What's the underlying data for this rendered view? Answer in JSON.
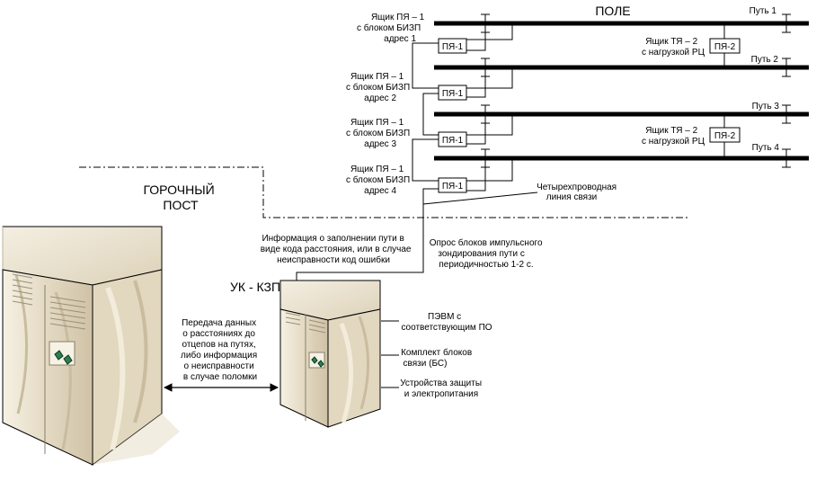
{
  "field": {
    "title": "ПОЛЕ"
  },
  "tracks": [
    "Путь 1",
    "Путь 2",
    "Путь 3",
    "Путь 4"
  ],
  "py1_boxes": [
    {
      "label": "ПЯ-1",
      "desc": [
        "Ящик ПЯ – 1",
        "с блоком БИЗП",
        "адрес 1"
      ]
    },
    {
      "label": "ПЯ-1",
      "desc": [
        "Ящик ПЯ – 1",
        "с блоком БИЗП",
        "адрес 2"
      ]
    },
    {
      "label": "ПЯ-1",
      "desc": [
        "Ящик ПЯ – 1",
        "с блоком БИЗП",
        "адрес 3"
      ]
    },
    {
      "label": "ПЯ-1",
      "desc": [
        "Ящик ПЯ – 1",
        "с блоком БИЗП",
        "адрес 4"
      ]
    }
  ],
  "py2_boxes": [
    {
      "label": "ПЯ-2",
      "desc": [
        "Ящик ТЯ – 2",
        "с нагрузкой РЦ"
      ]
    },
    {
      "label": "ПЯ-2",
      "desc": [
        "Ящик ТЯ – 2",
        "с нагрузкой РЦ"
      ]
    }
  ],
  "comm_line": [
    "Четырехпроводная",
    "линия связи"
  ],
  "hump_post": [
    "ГОРОЧНЫЙ",
    "ПОСТ"
  ],
  "info_text": [
    "Информация о заполнении пути в",
    "виде кода расстояния, или в случае",
    "неисправности код ошибки"
  ],
  "poll_text": [
    "Опрос блоков импульсного",
    "зондирования пути с",
    "периодичностью 1-2 с."
  ],
  "uk_label": "УК - КЗП",
  "transfer_text": [
    "Передача данных",
    "о расстояниях до",
    "отцепов на путях,",
    "либо информация",
    "о неисправности",
    "в случае поломки"
  ],
  "components": [
    [
      "ПЭВМ с",
      "соответствующим ПО"
    ],
    [
      "Комплект блоков",
      "связи (БС)"
    ],
    [
      "Устройства защиты",
      "и электропитания"
    ]
  ]
}
